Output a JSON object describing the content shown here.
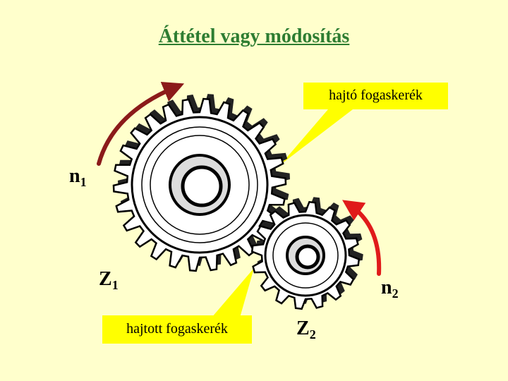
{
  "title": "Áttétel vagy módosítás",
  "callouts": {
    "driver": "hajtó fogaskerék",
    "driven": "hajtott fogaskerék"
  },
  "symbols": {
    "n1": {
      "base": "n",
      "sub": "1"
    },
    "z1": {
      "base": "Z",
      "sub": "1"
    },
    "n2": {
      "base": "n",
      "sub": "2"
    },
    "z2": {
      "base": "Z",
      "sub": "2"
    }
  },
  "gears": {
    "large": {
      "teeth": 26
    },
    "small": {
      "teeth": 16
    }
  },
  "colors": {
    "background": "#ffffcc",
    "title": "#2e7d32",
    "callout": "#ffff00",
    "arrow_large": "#8b1a1a",
    "arrow_small": "#e01a1a",
    "gear_stroke": "#000000",
    "gear_fill": "#ffffff"
  },
  "icons": {
    "arrow_large": "rotation-arrow-counterclockwise-icon",
    "arrow_small": "rotation-arrow-counterclockwise-icon"
  }
}
